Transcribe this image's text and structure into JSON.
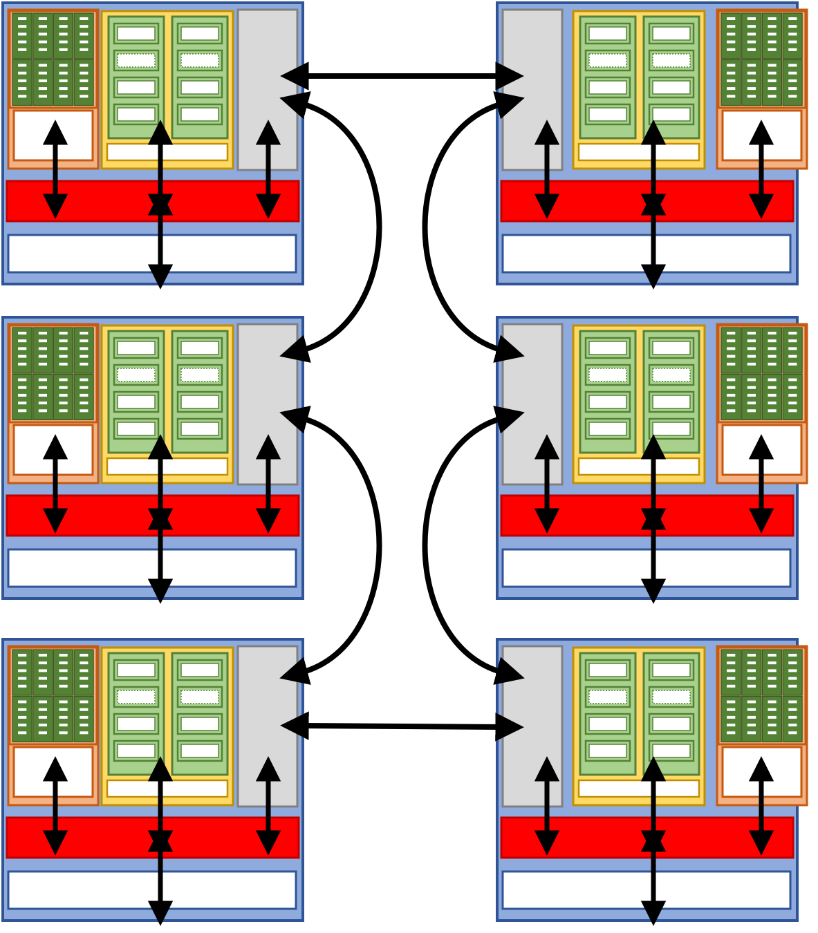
{
  "diagram": {
    "nodes": [
      {
        "id": "node-1",
        "column": "left",
        "row": 1
      },
      {
        "id": "node-2",
        "column": "left",
        "row": 2
      },
      {
        "id": "node-3",
        "column": "left",
        "row": 3
      },
      {
        "id": "node-4",
        "column": "right",
        "row": 1
      },
      {
        "id": "node-5",
        "column": "right",
        "row": 2
      },
      {
        "id": "node-6",
        "column": "right",
        "row": 3
      }
    ],
    "links": [
      {
        "from": "node-1",
        "to": "node-4",
        "style": "straight"
      },
      {
        "from": "node-1",
        "to": "node-2",
        "style": "curved"
      },
      {
        "from": "node-2",
        "to": "node-3",
        "style": "curved"
      },
      {
        "from": "node-4",
        "to": "node-5",
        "style": "curved"
      },
      {
        "from": "node-5",
        "to": "node-6",
        "style": "curved"
      },
      {
        "from": "node-3",
        "to": "node-6",
        "style": "straight"
      }
    ],
    "colors": {
      "board_border": "#2F5597",
      "board_fill": "#8FAADC",
      "bus": "#FF0000",
      "bus_border": "#C00000",
      "storage_fill": "#FFFFFF",
      "cpu_border": "#C55A11",
      "cpu_accent": "#F4B183",
      "cores_fill": "#548235",
      "cores_border": "#375623",
      "accel_fill": "#FFD966",
      "accel_border": "#BF9000",
      "accel_col_fill": "#A9D18E",
      "accel_col_border": "#548235",
      "nic_fill": "#D9D9D9",
      "nic_border": "#808080",
      "arrow": "#000000"
    }
  }
}
